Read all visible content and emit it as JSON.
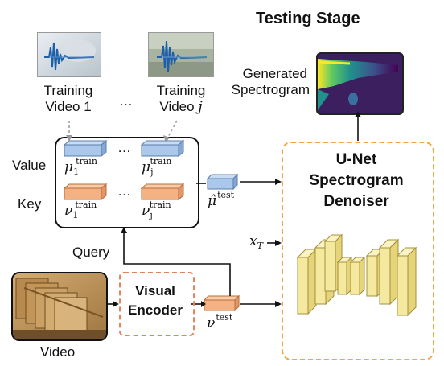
{
  "title": "Testing Stage",
  "generated_label": [
    "Generated",
    "Spectrogram"
  ],
  "training_videos": [
    {
      "label_line1": "Training",
      "label_line2": "Video 1"
    },
    {
      "label_line1": "Training",
      "label_line2": "Video j"
    }
  ],
  "ellipsis": "…",
  "value_label": "Value",
  "key_label": "Key",
  "query_label": "Query",
  "video_label": "Video",
  "visual_encoder": [
    "Visual",
    "Encoder"
  ],
  "denoiser": [
    "U-Net",
    "Spectrogram",
    "Denoiser"
  ],
  "math": {
    "mu": "μ",
    "nu": "ν",
    "train": "train",
    "test": "test",
    "sub1": "1",
    "subj": "j",
    "mu_hat": "μ̂",
    "x": "x",
    "T": "T"
  },
  "colors": {
    "blue_block": "#a9c8ec",
    "orange_block": "#f4b184",
    "unet_block": "#f5e9a0",
    "dash_orange": "#f2a541",
    "dash_red": "#e8845a"
  }
}
